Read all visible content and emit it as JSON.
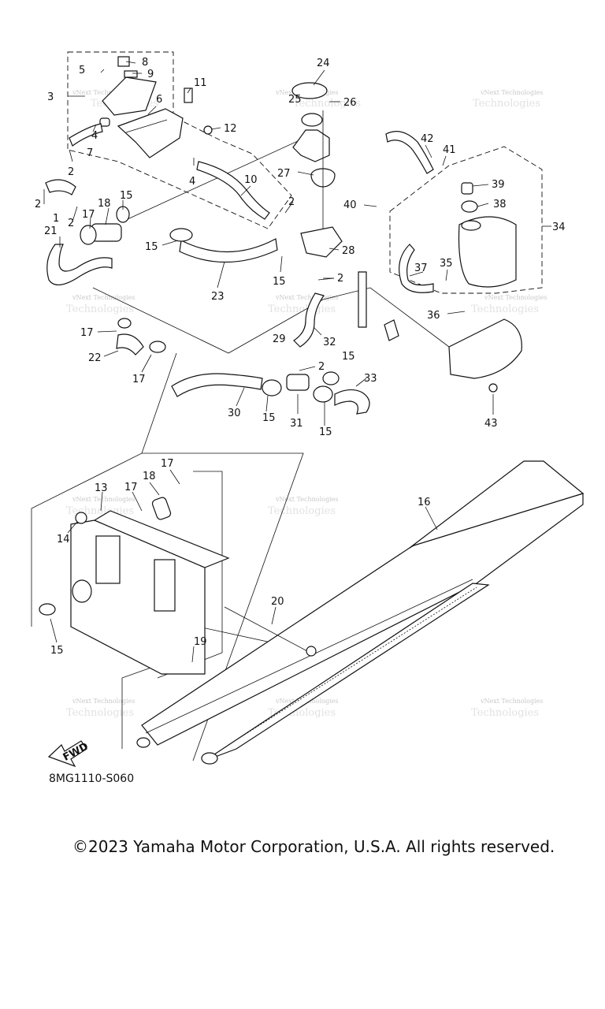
{
  "diagram": {
    "code": "8MG1110-S060",
    "copyright": "©2023 Yamaha Motor Corporation, U.S.A. All rights reserved.",
    "fwd_label": "FWD",
    "watermark_line1": "vNext Technologies",
    "watermark_line2": "Technologies",
    "callouts": {
      "c1": "1",
      "c2": "2",
      "c3": "3",
      "c4": "4",
      "c5": "5",
      "c6": "6",
      "c7": "7",
      "c8": "8",
      "c9": "9",
      "c10": "10",
      "c11": "11",
      "c12": "12",
      "c13": "13",
      "c14": "14",
      "c15": "15",
      "c16": "16",
      "c17": "17",
      "c18": "18",
      "c19": "19",
      "c20": "20",
      "c21": "21",
      "c22": "22",
      "c23": "23",
      "c24": "24",
      "c25": "25",
      "c26": "26",
      "c27": "27",
      "c28": "28",
      "c29": "29",
      "c30": "30",
      "c31": "31",
      "c32": "32",
      "c33": "33",
      "c34": "34",
      "c35": "35",
      "c36": "36",
      "c37": "37",
      "c38": "38",
      "c39": "39",
      "c40": "40",
      "c41": "41",
      "c42": "42",
      "c43": "43"
    }
  }
}
